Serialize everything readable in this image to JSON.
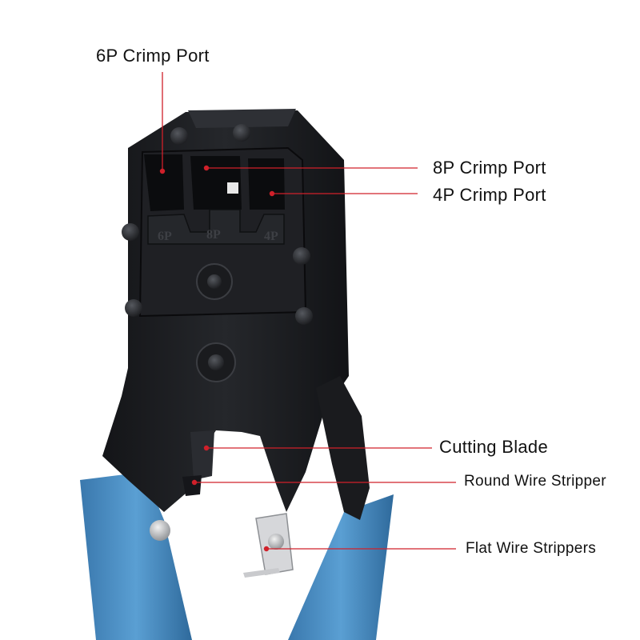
{
  "callouts": {
    "port_6p": "6P Crimp Port",
    "port_8p": "8P Crimp Port",
    "port_4p": "4P Crimp Port",
    "cutting_blade": "Cutting Blade",
    "round_stripper": "Round Wire Stripper",
    "flat_strippers": "Flat Wire Strippers"
  },
  "die_marks": {
    "six": "6P",
    "eight": "8P",
    "four": "4P"
  },
  "colors": {
    "tool_body": "#1c1d20",
    "handle": "#4a8fc4",
    "leader_line": "#d0202a"
  }
}
